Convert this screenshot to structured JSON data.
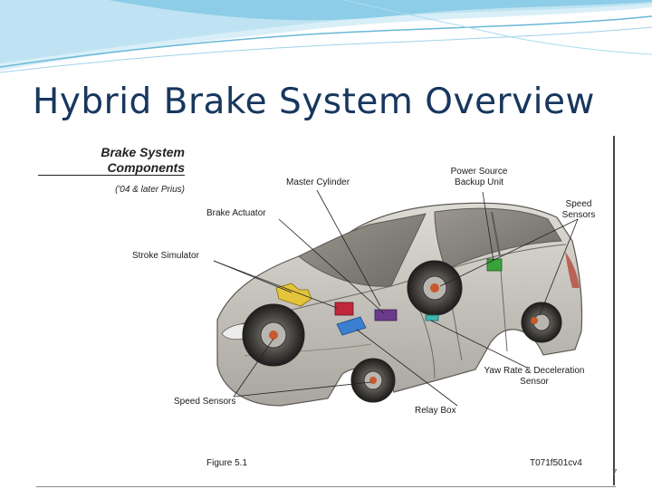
{
  "slide": {
    "title": "Hybrid Brake System Overview",
    "page_number": "7"
  },
  "figure": {
    "heading_line1": "Brake System",
    "heading_line2": "Components",
    "subheading": "('04 & later Prius)",
    "caption": "Figure 5.1",
    "code": "T071f501cv4",
    "labels": {
      "master_cylinder": "Master Cylinder",
      "power_source_line1": "Power Source",
      "power_source_line2": "Backup Unit",
      "speed_sensors_line1": "Speed",
      "speed_sensors_line2": "Sensors",
      "brake_actuator": "Brake Actuator",
      "stroke_simulator": "Stroke Simulator",
      "yaw_rate_line1": "Yaw Rate & Deceleration",
      "yaw_rate_line2": "Sensor",
      "speed_sensors_front": "Speed Sensors",
      "relay_box": "Relay Box"
    }
  },
  "colors": {
    "title": "#17375e",
    "wave_light": "#bfe3f2",
    "wave_mid": "#7cc6e4",
    "car_body": "#c9c6c0",
    "component_yellow": "#e3c43a",
    "component_red": "#c0283a",
    "component_purple": "#6b3a8c",
    "component_blue": "#3a7fd0",
    "component_green": "#3aa23a",
    "component_teal": "#3fb6b0"
  }
}
